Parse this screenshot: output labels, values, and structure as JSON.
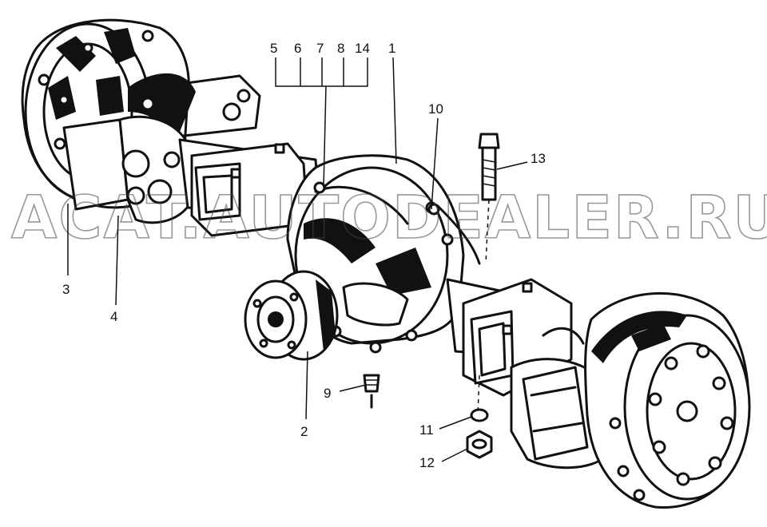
{
  "watermark": "ACAT.AUTODEALER.RU",
  "callouts": {
    "c1": "1",
    "c2": "2",
    "c3": "3",
    "c4": "4",
    "c5": "5",
    "c6": "6",
    "c7": "7",
    "c8": "8",
    "c14": "14",
    "c9": "9",
    "c10": "10",
    "c11": "11",
    "c12": "12",
    "c13": "13"
  }
}
